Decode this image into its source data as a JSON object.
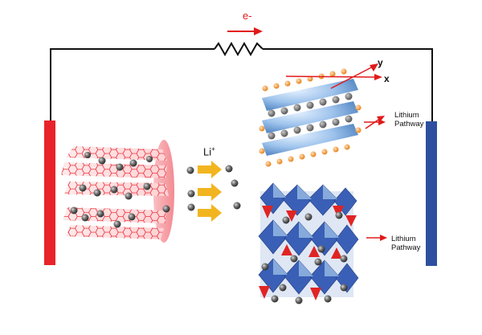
{
  "labels": {
    "electron": "e-",
    "lithium_ion": "Li",
    "lithium_ion_charge": "+",
    "axis_x": "x",
    "axis_y": "y",
    "pathway_top_line1": "Lithium",
    "pathway_top_line2": "Pathway",
    "pathway_bottom_line1": "Lithium",
    "pathway_bottom_line2": "Pathway"
  },
  "colors": {
    "anode": "#e8232a",
    "cathode": "#2e4fa0",
    "wire": "#111111",
    "electron_arrow": "#e11a1a",
    "graphene": "#e8323a",
    "lithium_atom": "#6b6b6b",
    "ion_arrow": "#f2b51f",
    "octahedron": "#3a5fb6",
    "octahedron_light": "#8fb3e0",
    "layer_blue": "#9ec3ec",
    "layer_orange": "#f09a3a",
    "layer_gray": "#7a7a7a",
    "tetrahedron": "#e02424"
  }
}
